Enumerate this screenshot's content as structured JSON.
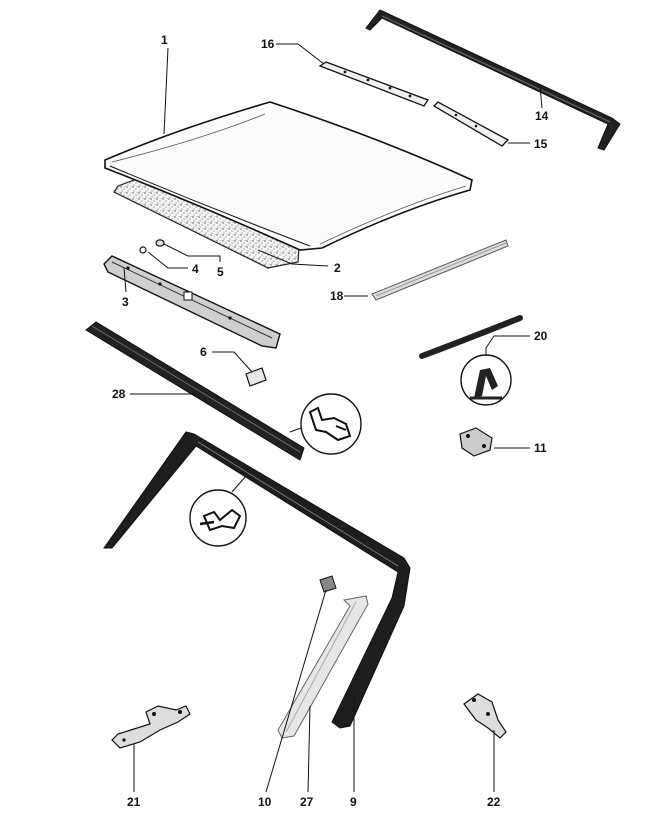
{
  "parts": [
    {
      "id": "1",
      "label": "1"
    },
    {
      "id": "2",
      "label": "2"
    },
    {
      "id": "3",
      "label": "3"
    },
    {
      "id": "4",
      "label": "4"
    },
    {
      "id": "5",
      "label": "5"
    },
    {
      "id": "6",
      "label": "6"
    },
    {
      "id": "9",
      "label": "9"
    },
    {
      "id": "10",
      "label": "10"
    },
    {
      "id": "11",
      "label": "11"
    },
    {
      "id": "14",
      "label": "14"
    },
    {
      "id": "15",
      "label": "15"
    },
    {
      "id": "16",
      "label": "16"
    },
    {
      "id": "18",
      "label": "18"
    },
    {
      "id": "20",
      "label": "20"
    },
    {
      "id": "21",
      "label": "21"
    },
    {
      "id": "22",
      "label": "22"
    },
    {
      "id": "27",
      "label": "27"
    },
    {
      "id": "28",
      "label": "28"
    }
  ]
}
